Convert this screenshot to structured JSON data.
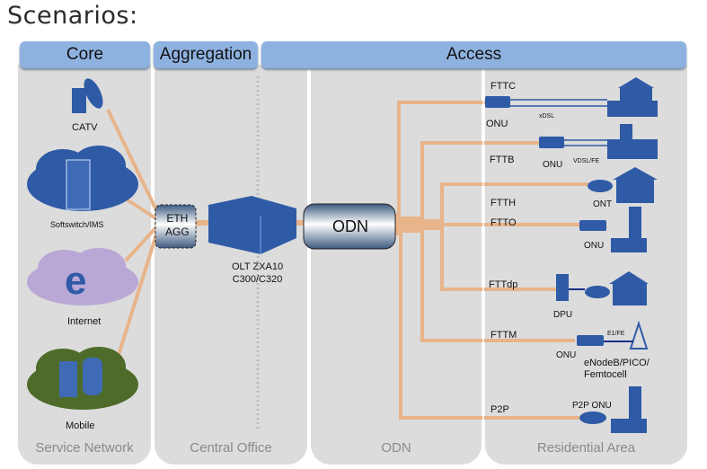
{
  "page": {
    "title": "Scenarios:"
  },
  "headers": {
    "core": "Core",
    "aggregation": "Aggregation",
    "access": "Access"
  },
  "columns": {
    "service_network": "Service Network",
    "central_office": "Central Office",
    "odn": "ODN",
    "residential_area": "Residential Area"
  },
  "services": [
    {
      "label": "CATV",
      "icon": "satellite-dish-icon"
    },
    {
      "label": "Softswitch/IMS",
      "icon": "softswitch-cloud-icon"
    },
    {
      "label": "Internet",
      "icon": "internet-cloud-icon"
    },
    {
      "label": "Mobile",
      "icon": "mobile-cloud-icon"
    }
  ],
  "aggregation": {
    "eth_line1": "ETH",
    "eth_line2": "AGG",
    "olt_line1": "OLT ZXA10",
    "olt_line2": "C300/C320"
  },
  "odn": {
    "label": "ODN"
  },
  "access": [
    {
      "scenario": "FTTC",
      "device": "ONU",
      "link": "xDSL",
      "premise": "house"
    },
    {
      "scenario": "FTTB",
      "device": "ONU",
      "link": "VDSL/FE",
      "premise": "building"
    },
    {
      "scenario": "FTTH",
      "device": "ONT",
      "premise": "house"
    },
    {
      "scenario": "FTTO",
      "device": "ONU",
      "premise": "office"
    },
    {
      "scenario": "FTTdp",
      "device": "DPU",
      "premise": "house"
    },
    {
      "scenario": "FTTM",
      "device": "ONU",
      "link": "E1/FE",
      "premise": "eNodeB/PICO/",
      "premise2": "Femtocell"
    },
    {
      "scenario": "P2P",
      "device": "P2P ONU",
      "premise": "office"
    }
  ],
  "colors": {
    "fiber": "#e8b48a",
    "device": "#2f5aa6",
    "header": "#8eb2e0",
    "panel": "#dcdcdc"
  }
}
